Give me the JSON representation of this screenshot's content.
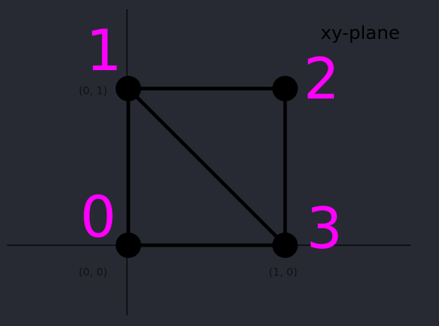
{
  "plane_label": "xy-plane",
  "colors": {
    "background": "#272a33",
    "axis": "#000000",
    "edge": "#000000",
    "vertex": "#000000",
    "index": "#ff00ff"
  },
  "vertices": [
    {
      "index": "0",
      "x": 0,
      "y": 0,
      "coord": "(0, 0)"
    },
    {
      "index": "1",
      "x": 0,
      "y": 1,
      "coord": "(0, 1)"
    },
    {
      "index": "2",
      "x": 1,
      "y": 1,
      "coord": ""
    },
    {
      "index": "3",
      "x": 1,
      "y": 0,
      "coord": "(1, 0)"
    }
  ],
  "edges": [
    [
      0,
      1
    ],
    [
      1,
      2
    ],
    [
      2,
      3
    ],
    [
      3,
      0
    ],
    [
      1,
      3
    ]
  ]
}
